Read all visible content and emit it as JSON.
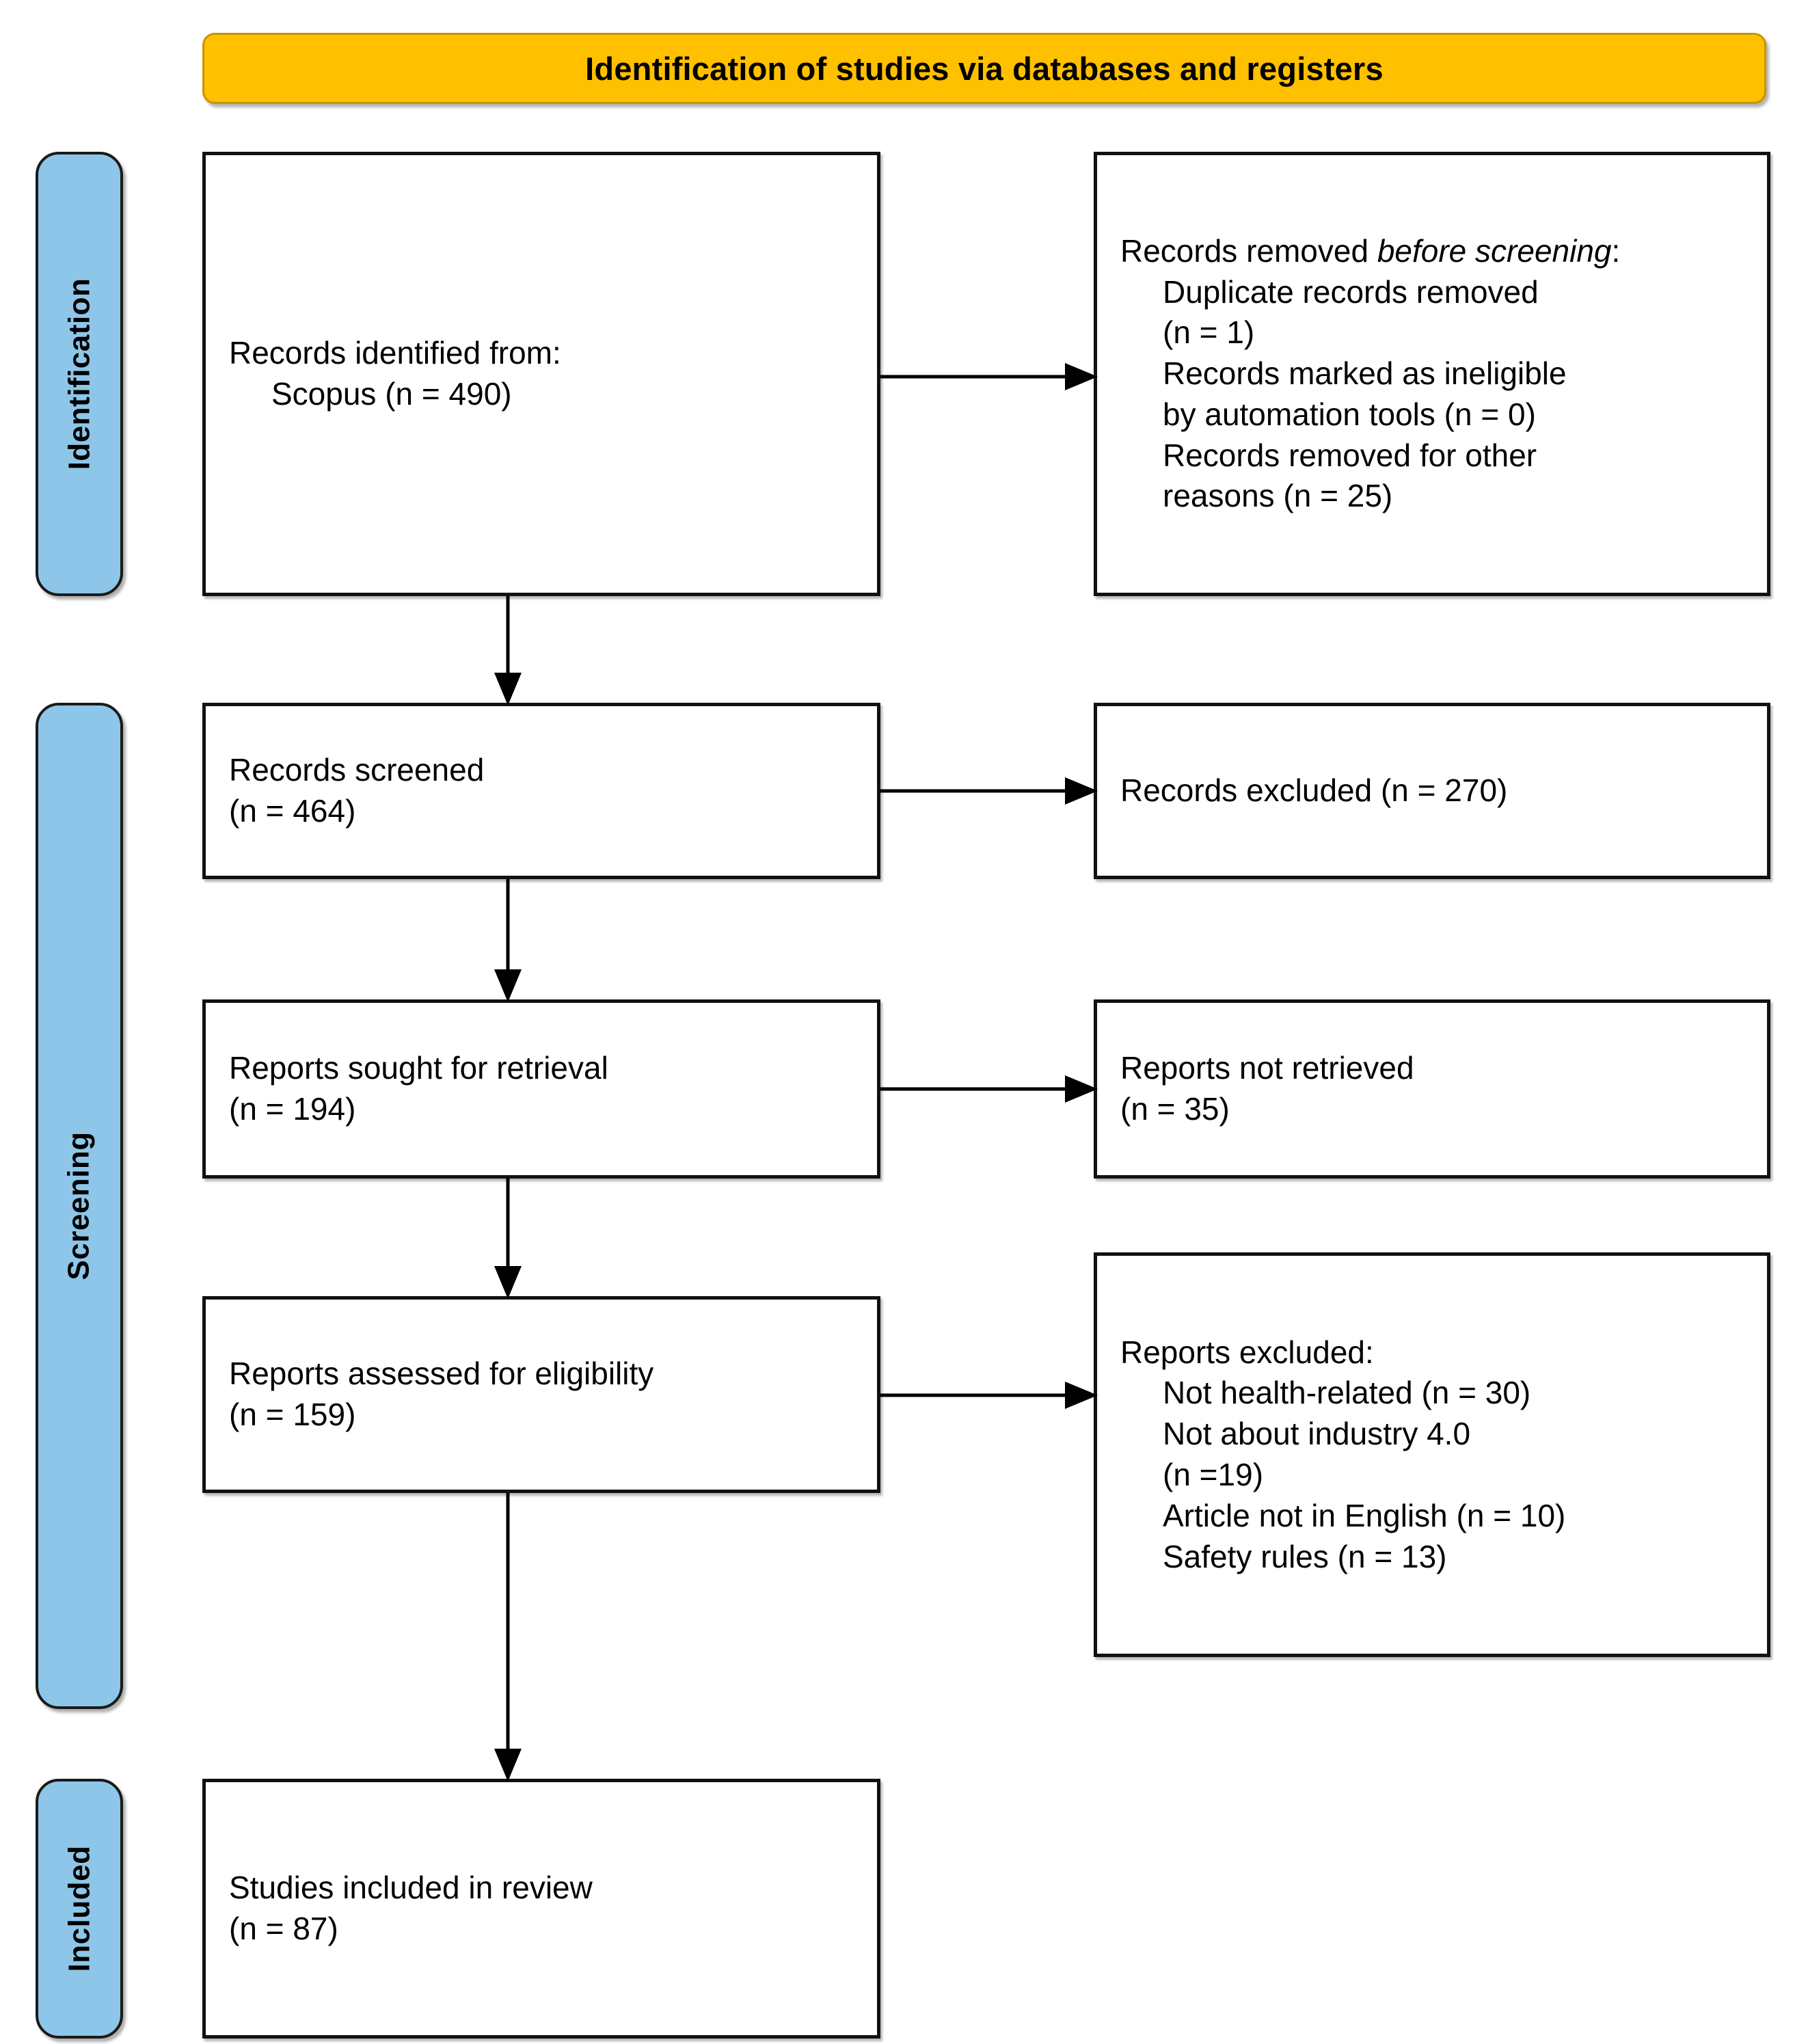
{
  "banner": {
    "title": "Identification of studies via databases and registers",
    "color": "#FFC000"
  },
  "stages": {
    "color": "#8DC6E8",
    "identification": "Identification",
    "screening": "Screening",
    "included": "Included"
  },
  "boxes": {
    "identified": {
      "line1": "Records identified from:",
      "line2": "Scopus (n = 490)"
    },
    "removed_before_screening": {
      "heading_prefix": "Records removed ",
      "heading_em": "before screening",
      "heading_suffix": ":",
      "item1": "Duplicate records removed",
      "item1_n": "(n = 1)",
      "item2": "Records marked as ineligible",
      "item2_cont": "by automation tools (n = 0)",
      "item3": "Records removed for other",
      "item3_cont": "reasons (n = 25)"
    },
    "screened": {
      "line1": "Records screened",
      "line2": "(n = 464)"
    },
    "records_excluded": {
      "line1": "Records excluded (n = 270)"
    },
    "sought": {
      "line1": "Reports sought for retrieval",
      "line2": "(n = 194)"
    },
    "not_retrieved": {
      "line1": "Reports not retrieved",
      "line2": "(n = 35)"
    },
    "assessed": {
      "line1": "Reports assessed for eligibility",
      "line2": "(n = 159)"
    },
    "reports_excluded": {
      "heading": "Reports excluded:",
      "item1": "Not health-related (n = 30)",
      "item2": "Not about industry 4.0",
      "item2_cont": "(n =19)",
      "item3": "Article not in English (n = 10)",
      "item4": "Safety rules (n = 13)"
    },
    "included": {
      "line1": "Studies included in review",
      "line2": "(n = 87)"
    }
  },
  "chart_data": {
    "type": "diagram",
    "title": "Identification of studies via databases and registers",
    "nodes": [
      {
        "id": "identified",
        "stage": "Identification",
        "column": "left",
        "label": "Records identified from: Scopus",
        "n": 490
      },
      {
        "id": "removed_before_screening",
        "stage": "Identification",
        "column": "right",
        "label": "Records removed before screening",
        "items": [
          {
            "label": "Duplicate records removed",
            "n": 1
          },
          {
            "label": "Records marked as ineligible by automation tools",
            "n": 0
          },
          {
            "label": "Records removed for other reasons",
            "n": 25
          }
        ]
      },
      {
        "id": "screened",
        "stage": "Screening",
        "column": "left",
        "label": "Records screened",
        "n": 464
      },
      {
        "id": "records_excluded",
        "stage": "Screening",
        "column": "right",
        "label": "Records excluded",
        "n": 270
      },
      {
        "id": "sought",
        "stage": "Screening",
        "column": "left",
        "label": "Reports sought for retrieval",
        "n": 194
      },
      {
        "id": "not_retrieved",
        "stage": "Screening",
        "column": "right",
        "label": "Reports not retrieved",
        "n": 35
      },
      {
        "id": "assessed",
        "stage": "Screening",
        "column": "left",
        "label": "Reports assessed for eligibility",
        "n": 159
      },
      {
        "id": "reports_excluded",
        "stage": "Screening",
        "column": "right",
        "label": "Reports excluded",
        "items": [
          {
            "label": "Not health-related",
            "n": 30
          },
          {
            "label": "Not about industry 4.0",
            "n": 19
          },
          {
            "label": "Article not in English",
            "n": 10
          },
          {
            "label": "Safety rules",
            "n": 13
          }
        ]
      },
      {
        "id": "included",
        "stage": "Included",
        "column": "left",
        "label": "Studies included in review",
        "n": 87
      }
    ],
    "edges": [
      {
        "from": "identified",
        "to": "removed_before_screening",
        "direction": "right"
      },
      {
        "from": "identified",
        "to": "screened",
        "direction": "down"
      },
      {
        "from": "screened",
        "to": "records_excluded",
        "direction": "right"
      },
      {
        "from": "screened",
        "to": "sought",
        "direction": "down"
      },
      {
        "from": "sought",
        "to": "not_retrieved",
        "direction": "right"
      },
      {
        "from": "sought",
        "to": "assessed",
        "direction": "down"
      },
      {
        "from": "assessed",
        "to": "reports_excluded",
        "direction": "right"
      },
      {
        "from": "assessed",
        "to": "included",
        "direction": "down"
      }
    ]
  }
}
